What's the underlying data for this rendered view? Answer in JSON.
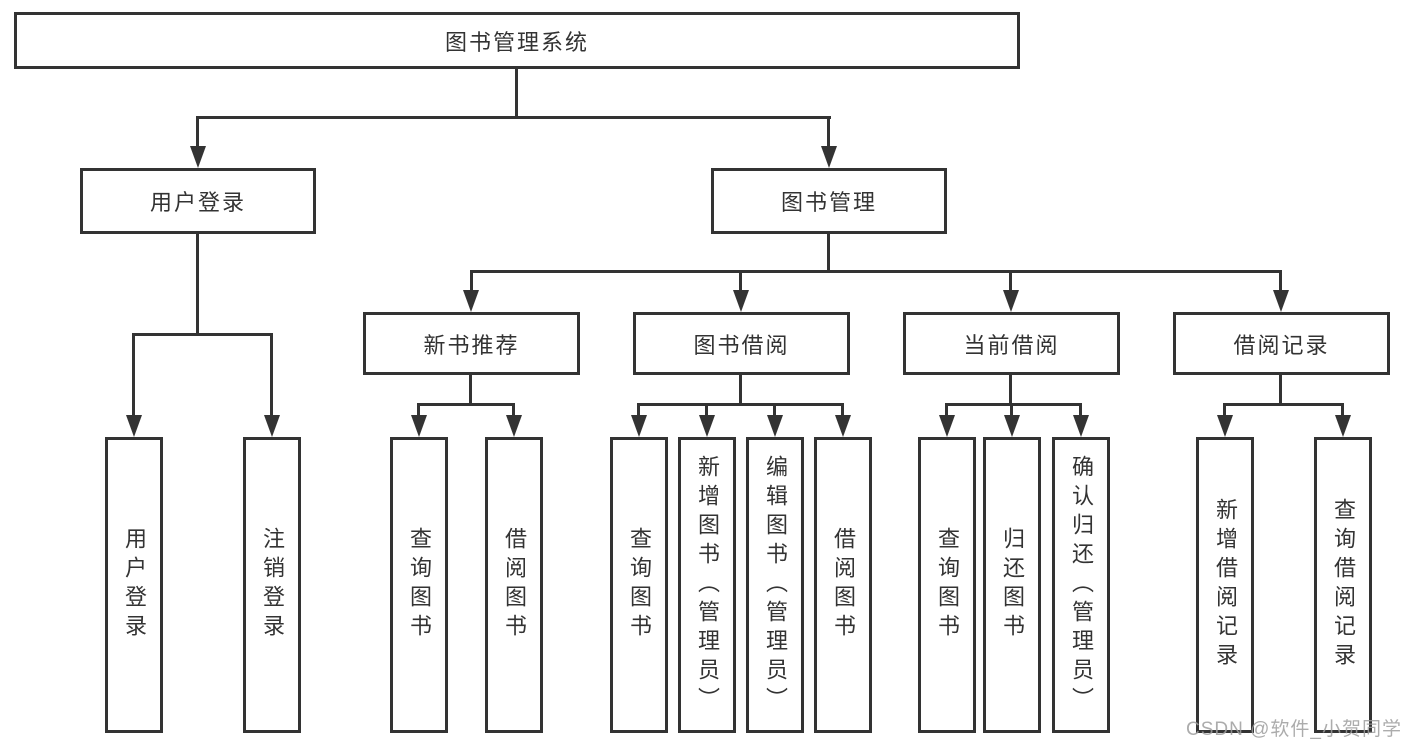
{
  "nodes": {
    "root": "图书管理系统",
    "user_login": "用户登录",
    "book_management": "图书管理",
    "new_book_recommend": "新书推荐",
    "book_borrow": "图书借阅",
    "current_borrow": "当前借阅",
    "borrow_records": "借阅记录",
    "leaf_user_login": "用户登录",
    "leaf_logout": "注销登录",
    "rec_query_books": "查询图书",
    "rec_borrow_books": "借阅图书",
    "bor_query_books": "查询图书",
    "bor_add_books": "新增图书（管理员）",
    "bor_edit_books": "编辑图书（管理员）",
    "bor_borrow_books": "借阅图书",
    "cur_query_books": "查询图书",
    "cur_return_books": "归还图书",
    "cur_confirm_return": "确认归还（管理员）",
    "log_add_record": "新增借阅记录",
    "log_query_record": "查询借阅记录"
  },
  "hierarchy": {
    "图书管理系统": {
      "用户登录": [
        "用户登录",
        "注销登录"
      ],
      "图书管理": {
        "新书推荐": [
          "查询图书",
          "借阅图书"
        ],
        "图书借阅": [
          "查询图书",
          "新增图书（管理员）",
          "编辑图书（管理员）",
          "借阅图书"
        ],
        "当前借阅": [
          "查询图书",
          "归还图书",
          "确认归还（管理员）"
        ],
        "借阅记录": [
          "新增借阅记录",
          "查询借阅记录"
        ]
      }
    }
  },
  "watermark": {
    "text": "CSDN @软件_小贺同学"
  },
  "colors": {
    "line": "#333333",
    "text": "#333333",
    "box_background": "#ffffff",
    "watermark": "#9e9e9e",
    "background": "#ffffff"
  }
}
